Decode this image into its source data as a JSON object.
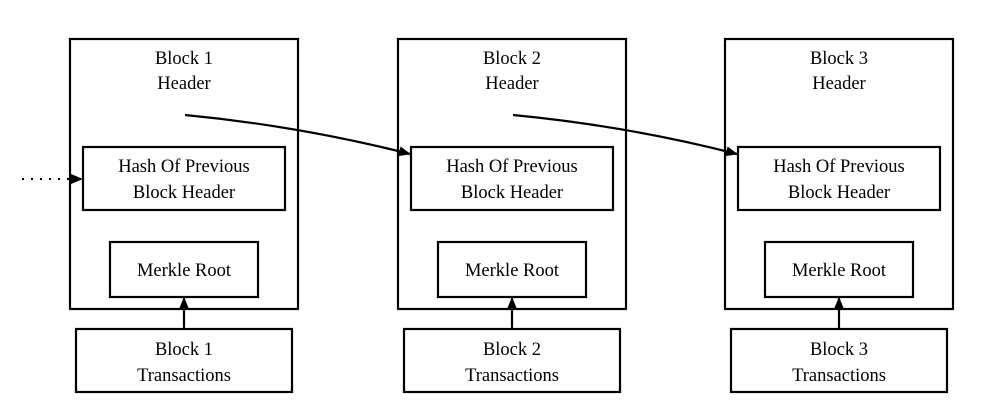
{
  "colors": {
    "stroke": "#000000",
    "background": "#ffffff"
  },
  "blocks": [
    {
      "header_line1": "Block 1",
      "header_line2": "Header",
      "prev_hash_line1": "Hash Of Previous",
      "prev_hash_line2": "Block Header",
      "merkle_root": "Merkle Root",
      "tx_line1": "Block 1",
      "tx_line2": "Transactions"
    },
    {
      "header_line1": "Block 2",
      "header_line2": "Header",
      "prev_hash_line1": "Hash Of Previous",
      "prev_hash_line2": "Block Header",
      "merkle_root": "Merkle Root",
      "tx_line1": "Block 2",
      "tx_line2": "Transactions"
    },
    {
      "header_line1": "Block 3",
      "header_line2": "Header",
      "prev_hash_line1": "Hash Of Previous",
      "prev_hash_line2": "Block Header",
      "merkle_root": "Merkle Root",
      "tx_line1": "Block 3",
      "tx_line2": "Transactions"
    }
  ]
}
